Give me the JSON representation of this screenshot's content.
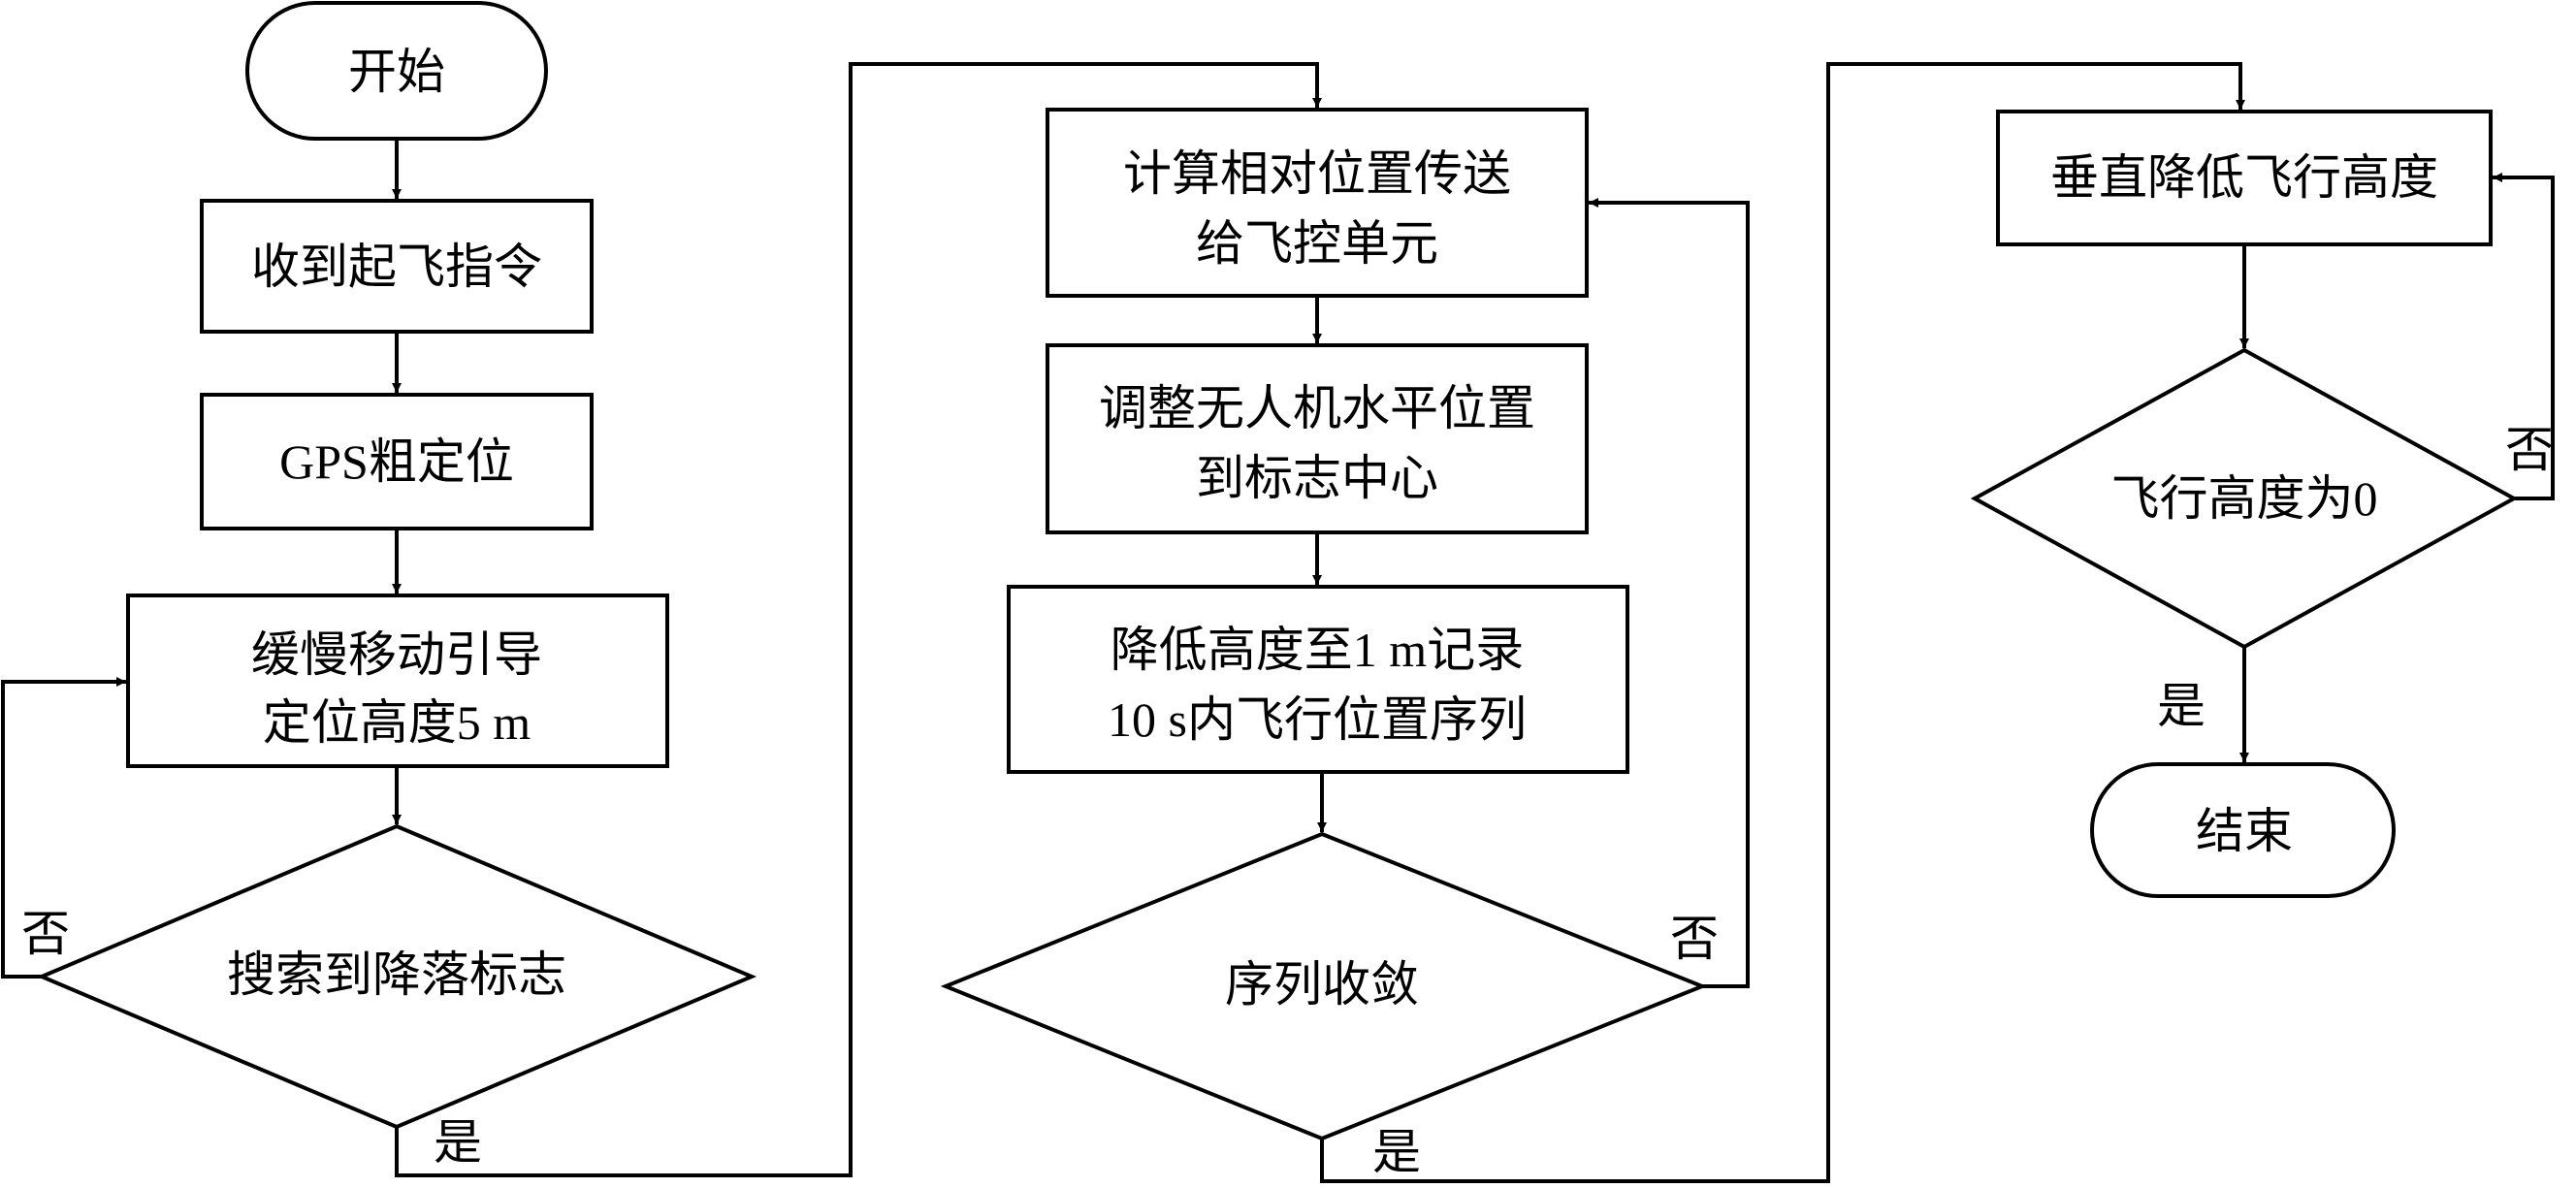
{
  "flowchart": {
    "nodes": {
      "start": "开始",
      "receive": "收到起飞指令",
      "gps": "GPS粗定位",
      "guide_l1": "缓慢移动引导",
      "guide_l2": "定位高度5 m",
      "search": "搜索到降落标志",
      "calc_l1": "计算相对位置传送",
      "calc_l2": "给飞控单元",
      "adjust_l1": "调整无人机水平位置",
      "adjust_l2": "到标志中心",
      "lower_l1": "降低高度至1 m记录",
      "lower_l2": "10 s内飞行位置序列",
      "converge": "序列收敛",
      "descend": "垂直降低飞行高度",
      "zero": "飞行高度为0",
      "end": "结束"
    },
    "branch_labels": {
      "search_no": "否",
      "search_yes": "是",
      "converge_no": "否",
      "converge_yes": "是",
      "zero_no": "否",
      "zero_yes": "是"
    }
  }
}
